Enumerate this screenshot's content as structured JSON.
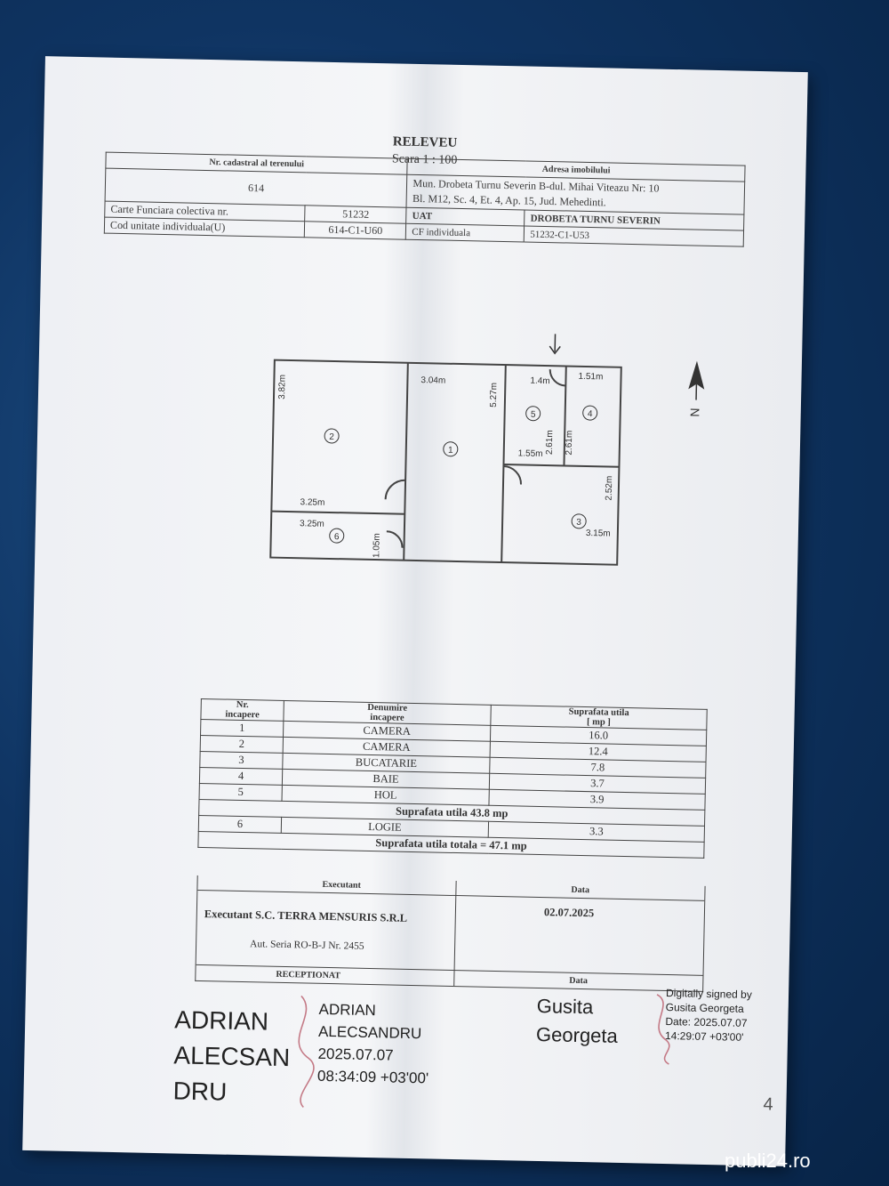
{
  "doc": {
    "title": "RELEVEU",
    "scale": "Scara 1 : 100"
  },
  "header": {
    "nr_cadastral_label": "Nr. cadastral al terenului",
    "nr_cadastral_value": "614",
    "adresa_label": "Adresa imobilului",
    "adresa_line1": "Mun. Drobeta Turnu Severin B-dul. Mihai Viteazu Nr: 10",
    "adresa_line2": "Bl. M12, Sc. 4, Et. 4, Ap. 15, Jud. Mehedinti.",
    "cf_colectiva_label": "Carte Funciara colectiva nr.",
    "cf_colectiva_value": "51232",
    "uat_label": "UAT",
    "uat_value": "DROBETA TURNU SEVERIN",
    "cod_unitate_label": "Cod unitate individuala(U)",
    "cod_unitate_value": "614-C1-U60",
    "cf_individuala_label": "CF individuala",
    "cf_individuala_value": "51232-C1-U53"
  },
  "plan": {
    "north": "N",
    "rooms": [
      "1",
      "2",
      "3",
      "4",
      "5",
      "6"
    ],
    "dims": {
      "r2_h": "3.82m",
      "r2_w": "3.25m",
      "r6_w": "3.25m",
      "r6_h": "1.05m",
      "r1_w": "3.04m",
      "r1_h": "5.27m",
      "r5_w": "1.4m",
      "r5_w2": "1.55m",
      "r5_h": "2.61m",
      "r4_h": "2.61m",
      "r4_w": "1.51m",
      "r3_h": "2.52m",
      "r3_w": "3.15m"
    }
  },
  "summary": {
    "col_nr": "Nr.",
    "col_nr2": "incapere",
    "col_den": "Denumire",
    "col_den2": "incapere",
    "col_sup": "Suprafata utila",
    "col_sup2": "[ mp ]",
    "rows": [
      {
        "nr": "1",
        "name": "CAMERA",
        "area": "16.0"
      },
      {
        "nr": "2",
        "name": "CAMERA",
        "area": "12.4"
      },
      {
        "nr": "3",
        "name": "BUCATARIE",
        "area": "7.8"
      },
      {
        "nr": "4",
        "name": "BAIE",
        "area": "3.7"
      },
      {
        "nr": "5",
        "name": "HOL",
        "area": "3.9"
      }
    ],
    "subtotal": "Suprafata utila 43.8 mp",
    "row6": {
      "nr": "6",
      "name": "LOGIE",
      "area": "3.3"
    },
    "total": "Suprafata utila totala = 47.1 mp"
  },
  "exec": {
    "executant_label": "Executant",
    "data_label": "Data",
    "executant": "Executant S.C. TERRA MENSURIS S.R.L",
    "date": "02.07.2025",
    "aut": "Aut. Seria RO-B-J Nr. 2455",
    "receptionat_label": "RECEPTIONAT",
    "data2_label": "Data"
  },
  "signatures": {
    "left_big_1": "ADRIAN",
    "left_big_2": "ALECSAN",
    "left_big_3": "DRU",
    "left_small_1": "ADRIAN",
    "left_small_2": "ALECSANDRU",
    "left_small_3": "2025.07.07",
    "left_small_4": "08:34:09 +03'00'",
    "right_big_1": "Gusita",
    "right_big_2": "Georgeta",
    "right_small_1": "Digitally signed by",
    "right_small_2": "Gusita Georgeta",
    "right_small_3": "Date: 2025.07.07",
    "right_small_4": "14:29:07 +03'00'"
  },
  "page_mark": "4",
  "watermark": "publi24.ro"
}
